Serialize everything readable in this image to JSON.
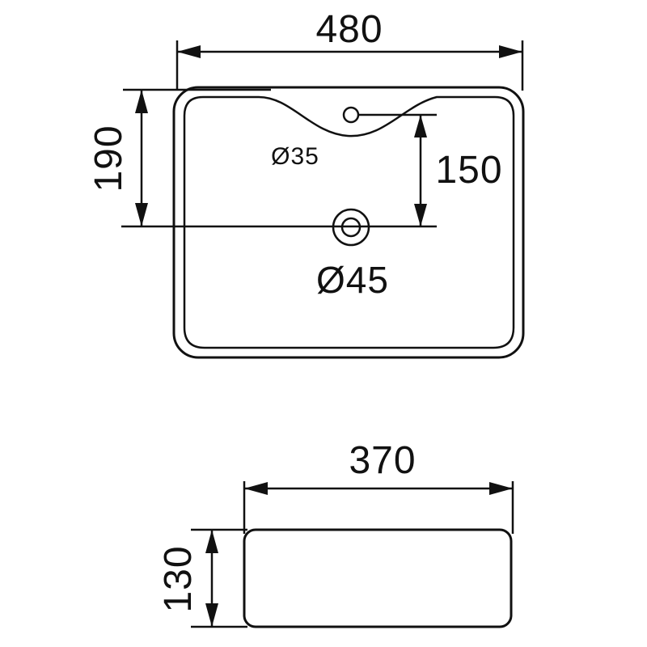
{
  "top_view": {
    "width_label": "480",
    "depth_label": "190",
    "faucet_to_drain_label": "150",
    "faucet_hole_label": "Ø35",
    "drain_hole_label": "Ø45"
  },
  "side_view": {
    "width_label": "370",
    "height_label": "130"
  },
  "colors": {
    "line": "#111111",
    "background": "#ffffff"
  }
}
